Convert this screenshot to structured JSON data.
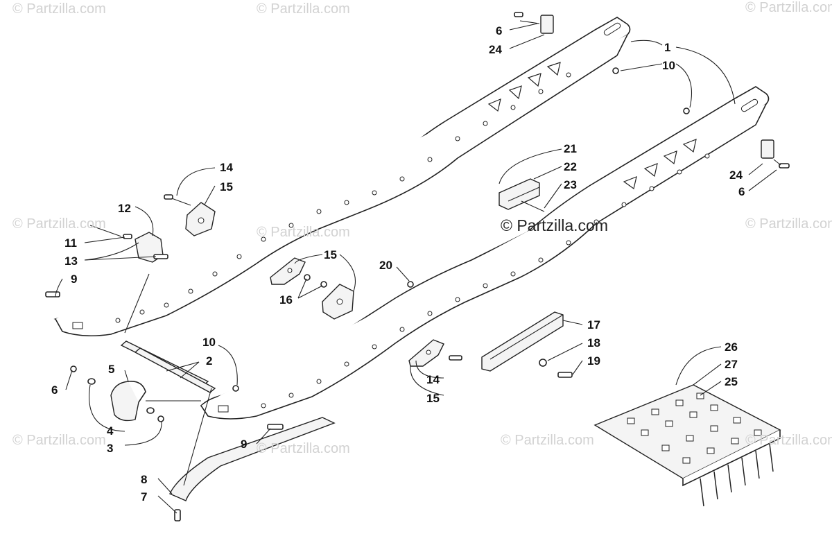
{
  "watermarks": {
    "small": "© Partzilla.com",
    "center": "© Partzilla.com"
  },
  "callouts": [
    "1",
    "2",
    "3",
    "4",
    "5",
    "6",
    "6",
    "6",
    "7",
    "8",
    "9",
    "9",
    "10",
    "10",
    "10",
    "11",
    "12",
    "13",
    "14",
    "14",
    "15",
    "15",
    "15",
    "15",
    "16",
    "17",
    "18",
    "19",
    "20",
    "21",
    "22",
    "23",
    "24",
    "24",
    "25",
    "26",
    "27"
  ],
  "colors": {
    "line": "#222222",
    "watermark": "#d2d2d2",
    "background": "#ffffff"
  }
}
